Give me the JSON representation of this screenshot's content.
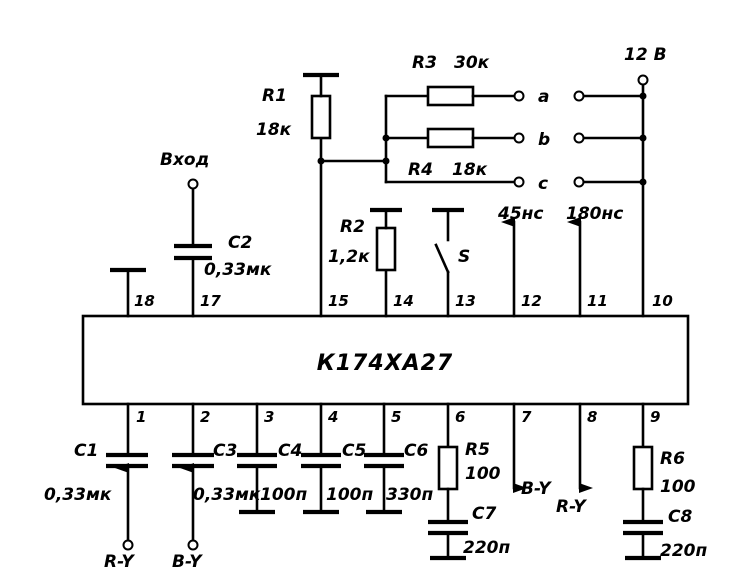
{
  "ic": {
    "name": "К174ХА27"
  },
  "supply": {
    "label": "12 В"
  },
  "input": {
    "label": "Вход"
  },
  "pins_top": [
    "18",
    "17",
    "15",
    "14",
    "13",
    "12",
    "11",
    "10"
  ],
  "pins_bottom": [
    "1",
    "2",
    "3",
    "4",
    "5",
    "6",
    "7",
    "8",
    "9"
  ],
  "r1": {
    "name": "R1",
    "value": "18к"
  },
  "r2": {
    "name": "R2",
    "value": "1,2к"
  },
  "r3": {
    "name": "R3",
    "value": "30к"
  },
  "r4": {
    "name": "R4",
    "value": "18к"
  },
  "r5": {
    "name": "R5",
    "value": "100"
  },
  "r6": {
    "name": "R6",
    "value": "100"
  },
  "c1": {
    "name": "C1",
    "value": "0,33мк"
  },
  "c2": {
    "name": "C2",
    "value": "0,33мк"
  },
  "c3": {
    "name": "C3",
    "value": "0,33мк"
  },
  "c4": {
    "name": "C4",
    "value": "100п"
  },
  "c5": {
    "name": "C5",
    "value": "100п"
  },
  "c6": {
    "name": "C6",
    "value": "330п"
  },
  "c7": {
    "name": "C7",
    "value": "220п"
  },
  "c8": {
    "name": "C8",
    "value": "220п"
  },
  "switch": {
    "name": "S"
  },
  "terminals": {
    "a": "a",
    "b": "b",
    "c": "c"
  },
  "out12": {
    "label": "45нс"
  },
  "out11": {
    "label": "180нс"
  },
  "sig_in1": {
    "label": "R-Y"
  },
  "sig_in2": {
    "label": "B-Y"
  },
  "sig_out7": {
    "label": "B-Y"
  },
  "sig_out8": {
    "label": "R-Y"
  }
}
